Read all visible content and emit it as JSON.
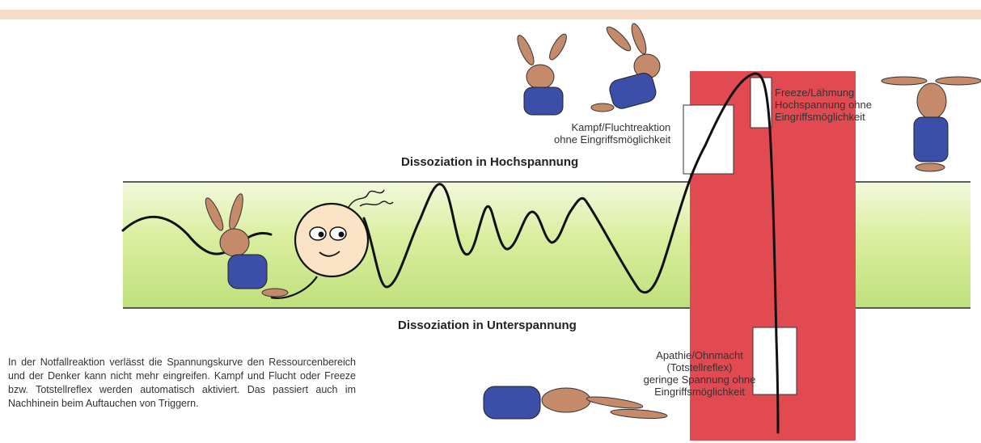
{
  "labels": {
    "high_dissociation": "Dissoziation in Hochspannung",
    "low_dissociation": "Dissoziation in Unterspannung",
    "fight_flight": [
      "Kampf/Fluchtreaktion",
      "ohne Eingriffsmöglichkeit"
    ],
    "freeze": [
      "Freeze/Lähmung",
      "Hochspannung ohne",
      "Eingriffsmöglichkeit"
    ],
    "apathy": [
      "Apathie/Ohnmacht",
      "(Totstellreflex)",
      "geringe Spannung ohne",
      "Eingriffsmöglichkeit"
    ]
  },
  "caption": "In der Notfallreaktion verlässt die Spannungskurve den Ressourcenbereich und der Denker kann nicht mehr eingreifen. Kampf und Flucht oder Freeze bzw. Totstellreflex werden automatisch aktiviert. Das passiert auch im Nachhinein beim Auftauchen von Triggern.",
  "colors": {
    "band_light": "#f3f9dd",
    "band_green": "#bfe07c",
    "red_zone": "#e24a52",
    "curve": "#111111"
  },
  "figures": [
    "rabbit-worried",
    "rabbit-fleeing",
    "rabbit-frozen",
    "rabbit-sitting",
    "rabbit-lying",
    "thinker-face"
  ]
}
